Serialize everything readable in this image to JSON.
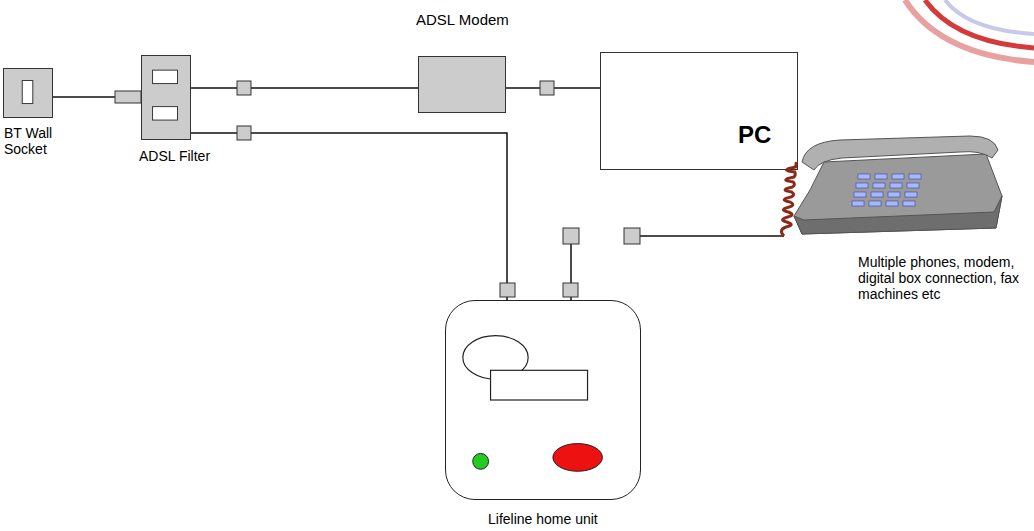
{
  "diagram": {
    "nodes": [
      {
        "text": [
          "BT Wall Socket"
        ]
      },
      {
        "text": [
          "ADSL Filter"
        ]
      },
      {
        "text": [
          "ADSL Modem"
        ]
      },
      {
        "text": [
          "PC"
        ]
      },
      {
        "text": [
          "Lifeline home unit"
        ]
      },
      {
        "text": [
          "Multiple phones, modem, digital box connection, fax machines etc"
        ]
      }
    ],
    "edges": [
      {
        "from": 0,
        "to": 1,
        "arrow": "none"
      },
      {
        "from": 1,
        "to": 2,
        "arrow": "none"
      },
      {
        "from": 1,
        "to": 4,
        "arrow": "none"
      },
      {
        "from": 2,
        "to": 3,
        "arrow": "none"
      },
      {
        "from": 4,
        "to": 5,
        "arrow": "none"
      }
    ]
  }
}
